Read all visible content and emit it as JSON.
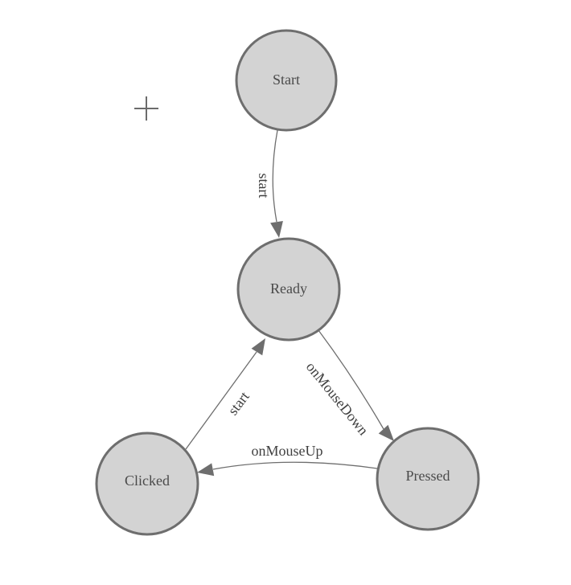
{
  "diagram": {
    "type": "state-machine",
    "title": "",
    "colors": {
      "background": "#ffffff",
      "node_fill": "#d3d3d3",
      "node_border": "#6e6e6e",
      "node_text": "#4a4a4a",
      "edge_line": "#6e6e6e",
      "edge_label_text": "#404040",
      "crosshair": "#6b6b6b"
    },
    "nodes": [
      {
        "id": "start",
        "label": "Start"
      },
      {
        "id": "ready",
        "label": "Ready"
      },
      {
        "id": "clicked",
        "label": "Clicked"
      },
      {
        "id": "pressed",
        "label": "Pressed"
      }
    ],
    "edges": [
      {
        "from": "Start",
        "to": "Ready",
        "label": "start"
      },
      {
        "from": "Ready",
        "to": "Pressed",
        "label": "onMouseDown"
      },
      {
        "from": "Pressed",
        "to": "Clicked",
        "label": "onMouseUp"
      },
      {
        "from": "Clicked",
        "to": "Ready",
        "label": "start"
      }
    ]
  }
}
